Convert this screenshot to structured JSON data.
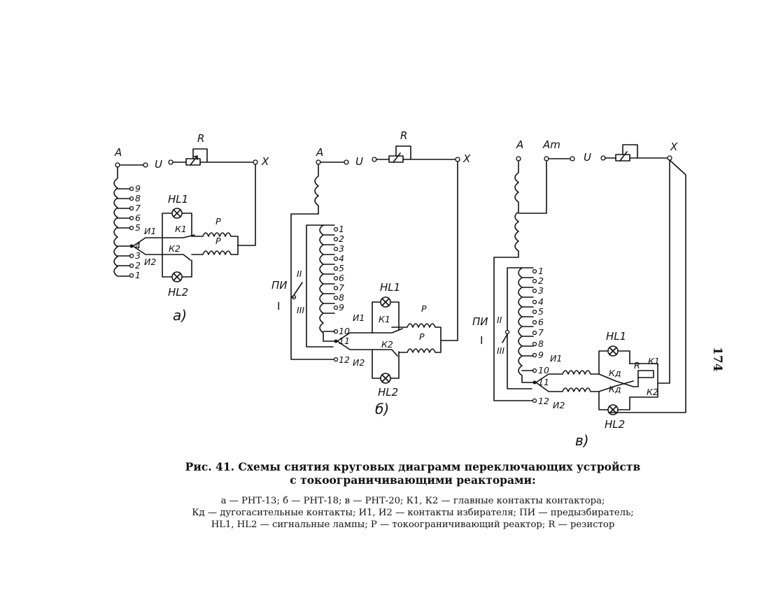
{
  "figure": {
    "caption_title": "Рис. 41. Схемы снятия круговых диаграмм переключающих устройств",
    "caption_title_2": "с токоограничивающими реакторами:",
    "legend_1": "а — РНТ-13; б — РНТ-18; в — РНТ-20; К1, К2 — главные контакты контактора;",
    "legend_2": "Кд — дугогасительные контакты; И1, И2 — контакты избирателя; ПИ — предызбиратель;",
    "legend_3": "HL1, HL2 — сигнальные лампы; Р — токоограничивающий реактор; R — резистор",
    "page_number": "174"
  },
  "diagram_a": {
    "sublabel": "а)",
    "A": "A",
    "U": "U",
    "R": "R",
    "X": "X",
    "taps": [
      "9",
      "8",
      "7",
      "6",
      "5",
      "4",
      "3",
      "2",
      "1"
    ],
    "I1": "И1",
    "I2": "И2",
    "K1": "К1",
    "K2": "К2",
    "HL1": "HL1",
    "HL2": "HL2",
    "P_top": "Р",
    "P_bot": "Р"
  },
  "diagram_b": {
    "sublabel": "б)",
    "A": "A",
    "U": "U",
    "R": "R",
    "X": "X",
    "taps": [
      "1",
      "2",
      "3",
      "4",
      "5",
      "6",
      "7",
      "8",
      "9",
      "10",
      "11"
    ],
    "tap12": "12",
    "PI": "ПИ",
    "PI_I": "I",
    "PI_II": "II",
    "PI_III": "III",
    "I1": "И1",
    "I2": "И2",
    "K1": "К1",
    "K2": "К2",
    "HL1": "HL1",
    "HL2": "HL2",
    "P_top": "Р",
    "P_bot": "Р"
  },
  "diagram_v": {
    "sublabel": "в)",
    "A": "A",
    "Am": "Am",
    "U": "U",
    "X": "X",
    "taps": [
      "1",
      "2",
      "3",
      "4",
      "5",
      "6",
      "7",
      "8",
      "9",
      "10",
      "11"
    ],
    "tap12": "12",
    "PI": "ПИ",
    "PI_I": "I",
    "PI_II": "II",
    "PI_III": "III",
    "I1": "И1",
    "I2": "И2",
    "K1": "К1",
    "K2": "К2",
    "Kd1": "Кд",
    "Kd2": "Кд",
    "R_small": "R",
    "HL1": "HL1",
    "HL2": "HL2"
  }
}
